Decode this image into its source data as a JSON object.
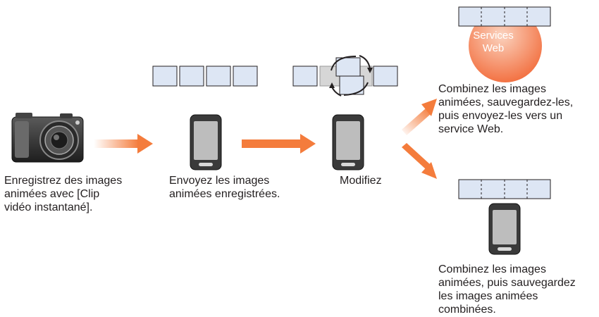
{
  "captions": {
    "record": [
      "Enregistrez des images",
      "animées avec [Clip",
      "vidéo instantané]."
    ],
    "send": [
      "Envoyez les images",
      "animées enregistrées."
    ],
    "edit": [
      "Modifiez"
    ],
    "upload": [
      "Combinez les images",
      "animées, sauvegardez-les,",
      "puis envoyez-les vers un",
      "service Web."
    ],
    "save": [
      "Combinez les images",
      "animées, puis sauvegardez",
      "les images animées",
      "combinées."
    ]
  },
  "web_service": {
    "line1": "Services",
    "line2": "Web",
    "color": "#f4845f"
  },
  "colors": {
    "arrow": "#f47c3c",
    "frame_fill": "#dde6f4",
    "frame_stroke": "#231f20",
    "device_body": "#3a3a3a"
  },
  "icons": [
    "camera-icon",
    "smartphone-icon",
    "rotate-arrows-icon",
    "web-service-icon"
  ]
}
